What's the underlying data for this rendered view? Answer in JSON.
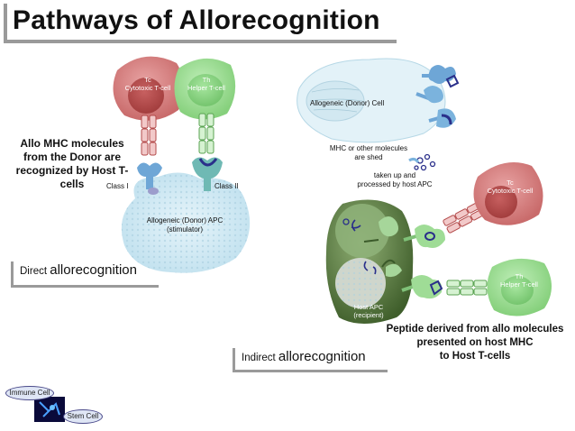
{
  "title": "Pathways of Allorecognition",
  "direct": {
    "tc_label_1": "Tc",
    "tc_label_2": "Cytotoxic T-cell",
    "th_label_1": "Th",
    "th_label_2": "Helper T-cell",
    "class_i": "Class I",
    "class_ii": "Class II",
    "apc_label_1": "Allogeneic (Donor) APC",
    "apc_label_2": "(stimulator)",
    "description_lines": [
      "Allo MHC molecules",
      "from the Donor are",
      "recognized by Host T-",
      "cells"
    ],
    "section_small": "Direct",
    "section_big": "allorecognition"
  },
  "indirect": {
    "donor_cell": "Allogeneic (Donor) Cell",
    "shed_1": "MHC or other molecules",
    "shed_2": "are shed",
    "taken_1": "taken up and",
    "taken_2": "processed by host APC",
    "tc_label_1": "Tc",
    "tc_label_2": "Cytotoxic T-cell",
    "th_label_1": "Th",
    "th_label_2": "Helper T-cell",
    "host_apc_1": "Host APC",
    "host_apc_2": "(recipient)",
    "peptide_lines": [
      "Peptide derived from allo molecules",
      "presented on host MHC",
      "to Host T-cells"
    ],
    "section_small": "Indirect",
    "section_big": "allorecognition"
  },
  "logo": {
    "immune": "Immune Cell",
    "stem": "Stem Cell"
  }
}
